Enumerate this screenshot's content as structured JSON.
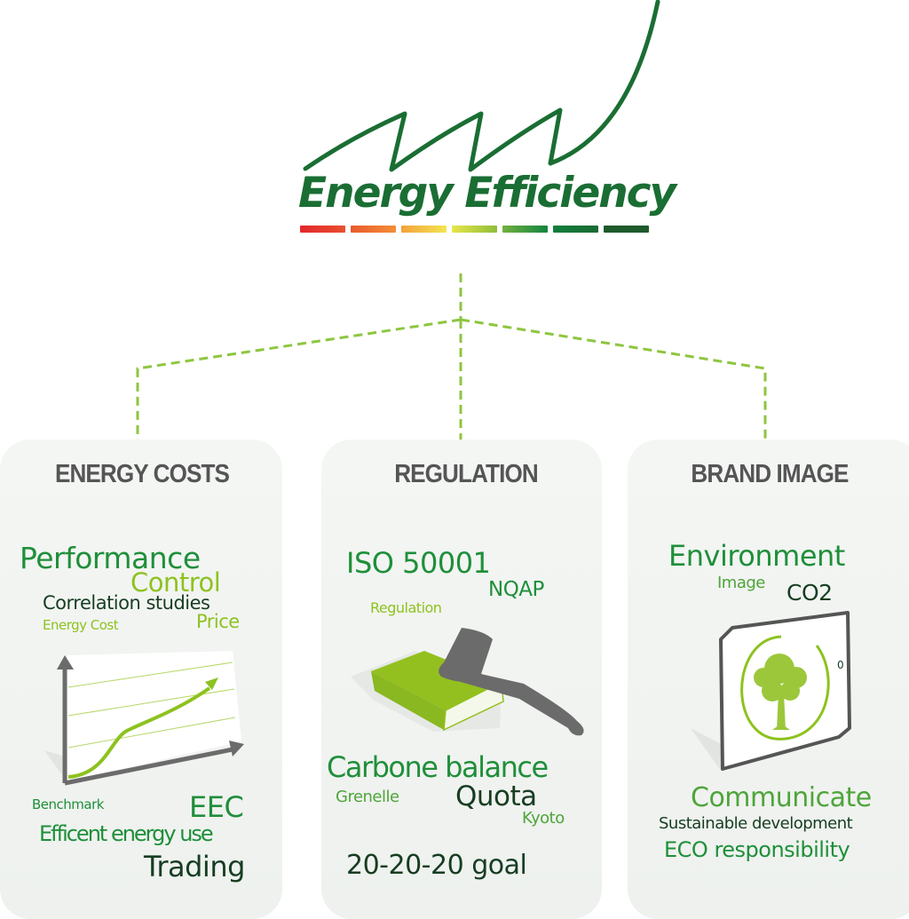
{
  "logo": {
    "title": "Energy Efficiency",
    "scale_colors": [
      "#e53a2e",
      "#f07a33",
      "#f4c844",
      "#bfd64a",
      "#5fae42",
      "#137f3c",
      "#1d5a2c"
    ],
    "line_color": "#1a6e33"
  },
  "connector_color": "#8dc63f",
  "panels": [
    {
      "title": "ENERGY COSTS",
      "words": [
        "Performance",
        "Control",
        "Correlation studies",
        "Energy Cost",
        "Price",
        "Benchmark",
        "EEC",
        "Efficent energy use",
        "Trading"
      ],
      "illustration": "growth-chart-icon"
    },
    {
      "title": "REGULATION",
      "words": [
        "ISO 50001",
        "NQAP",
        "Regulation",
        "Carbone balance",
        "Grenelle",
        "Quota",
        "Kyoto",
        "20-20-20 goal"
      ],
      "illustration": "gavel-book-icon"
    },
    {
      "title": "BRAND IMAGE",
      "words": [
        "Environment",
        "Image",
        "CO2",
        "Communicate",
        "Sustainable development",
        "ECO responsibility"
      ],
      "sign_mark": "0",
      "illustration": "tree-sign-icon"
    }
  ],
  "colors": {
    "dark_green": "#1f8f3a",
    "light_green": "#8dc21f",
    "mid_green": "#4ea53a",
    "darkest": "#173d22",
    "gray": "#6b6b6b"
  }
}
